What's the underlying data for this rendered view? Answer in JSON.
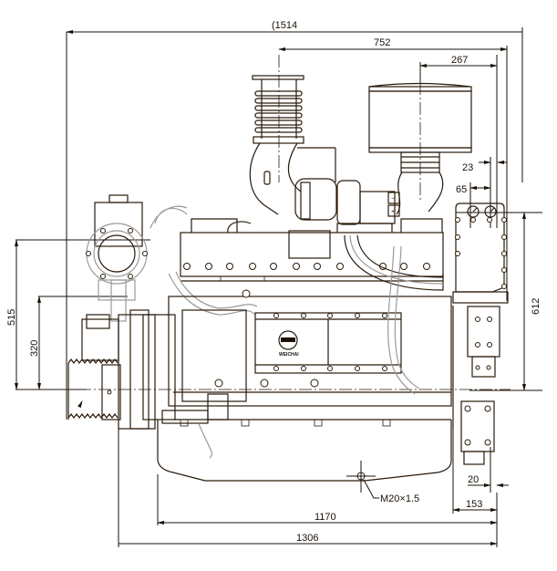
{
  "drawing": {
    "type": "engine-outline-dimension-drawing",
    "view": "front-end elevation",
    "brand_logo_text": "WEICHAI",
    "colors": {
      "line": "#2a1a0a",
      "hidden_part": "#9a9a9a",
      "background": "#ffffff"
    }
  },
  "dimensions": {
    "overall_width_top": "(1514",
    "exhaust_to_right": "752",
    "air_filter_to_right": "267",
    "gauge_offset_a": "23",
    "gauge_offset_b": "65",
    "height_right": "612",
    "height_left_outer": "515",
    "height_left_inner": "320",
    "drain_plug_thread": "M20×1.5",
    "bottom_right_small": "20",
    "bottom_right_medium": "153",
    "oil_pan_width": "1170",
    "overall_width_bottom": "1306"
  }
}
